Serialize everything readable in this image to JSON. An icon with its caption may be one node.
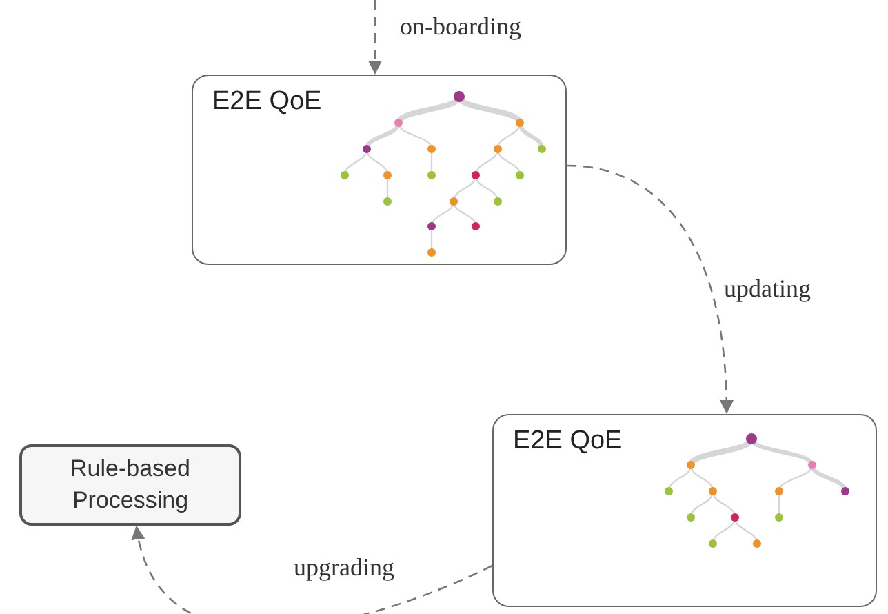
{
  "diagram": {
    "nodes": [
      {
        "text": [
          "E2E QoE"
        ]
      },
      {
        "text": [
          "E2E QoE"
        ]
      },
      {
        "text": [
          "Rule-based Processing"
        ]
      }
    ],
    "edges": [
      {
        "from": null,
        "to": 0,
        "arrow": "to",
        "label": "on-boarding",
        "style": "dashed"
      },
      {
        "from": 0,
        "to": 1,
        "arrow": "to",
        "label": "updating",
        "style": "dashed"
      },
      {
        "from": 1,
        "to": 2,
        "arrow": "to",
        "label": "upgrading",
        "style": "dashed"
      }
    ]
  }
}
